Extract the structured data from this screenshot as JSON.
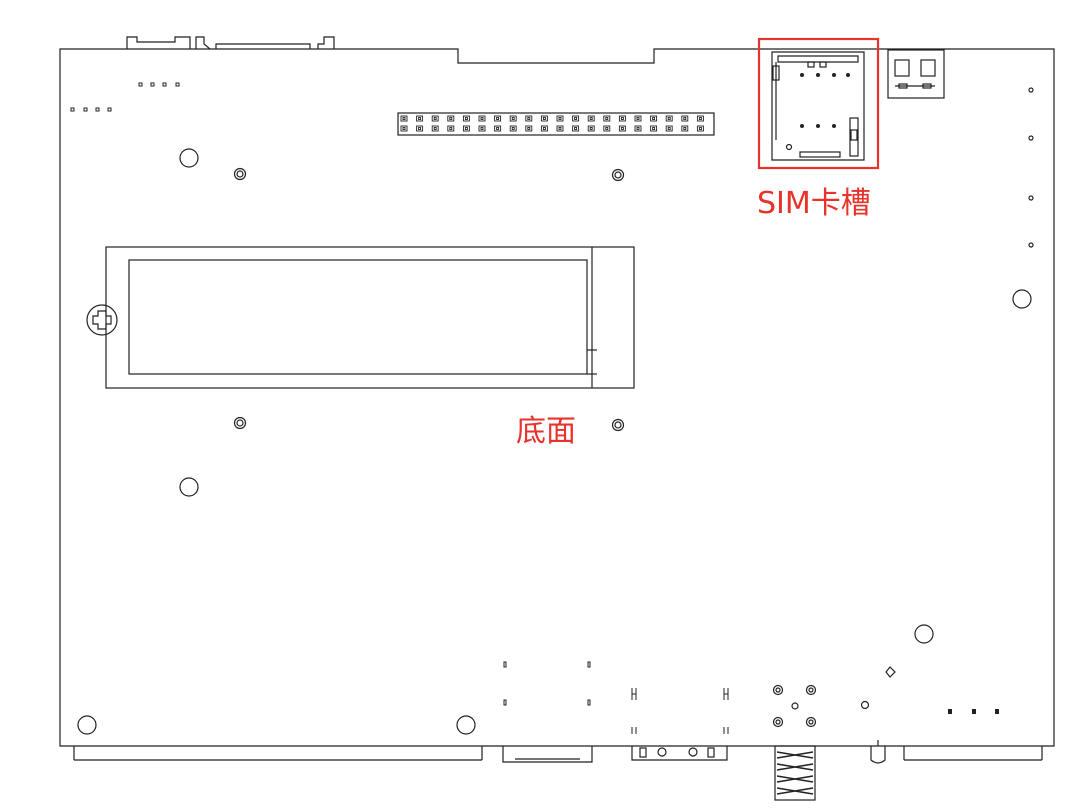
{
  "labels": {
    "sim_slot": "SIM卡槽",
    "bottom_side": "底面"
  },
  "colors": {
    "annotation": "#e8322a",
    "line": "#222222",
    "background": "#ffffff"
  },
  "components": {
    "header_pin_rows": 2,
    "header_pin_columns": 20
  }
}
